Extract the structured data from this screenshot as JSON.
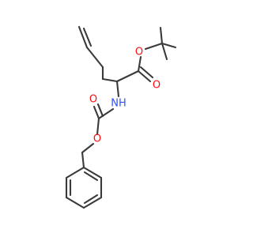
{
  "molecule": {
    "colors": {
      "bond": "#3a3a3a",
      "oxygen": "#ff0d0d",
      "nitrogen": "#3050f8",
      "background": "#ffffff"
    },
    "atom_labels": {
      "ester_ether_oxygen": "O",
      "ester_carbonyl_oxygen": "O",
      "amide_nitrogen": "NH",
      "carbamate_carbonyl_oxygen": "O",
      "carbamate_ether_oxygen": "O"
    }
  }
}
